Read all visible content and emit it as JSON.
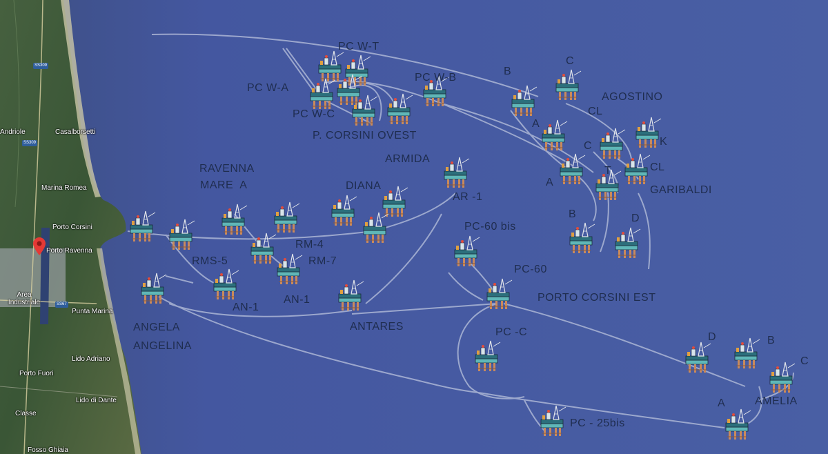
{
  "map": {
    "place_names": [
      "Andriole",
      "Casalborsetti",
      "Marina Romea",
      "Porto Corsini",
      "Porto Ravenna",
      "Area Industriale",
      "Punta Marina",
      "Lido Adriano",
      "Porto Fuori",
      "Lido di Dante",
      "Classe",
      "Fosso Ghiaia"
    ],
    "road_shields": [
      "SS309",
      "SS309",
      "SS67"
    ],
    "pin_label": "Porto Ravenna",
    "colors": {
      "sea": "#475da0",
      "land": "#3f5a3c",
      "pipeline": "#b9c2dc",
      "label": "#1f2d4f",
      "pin": "#e53935"
    }
  },
  "field_labels": {
    "pc_wt": "PC W-T",
    "pc_wa": "PC W-A",
    "pc_wb": "PC W-B",
    "pc_wc": "PC W-C",
    "pcorsini_ovest": "P. CORSINI OVEST",
    "b_top": "B",
    "c_top": "C",
    "agostino": "AGOSTINO",
    "cl_top": "CL",
    "a_ag": "A",
    "c_mid": "C",
    "k": "K",
    "t": "T",
    "cl_gar": "CL",
    "a_gar": "A",
    "garibaldi": "GARIBALDI",
    "armida": "ARMIDA",
    "ar1": "AR -1",
    "ravenna1": "RAVENNA",
    "ravenna2": "MARE  A",
    "diana": "DIANA",
    "rm4": "RM-4",
    "rm7": "RM-7",
    "rms5": "RMS-5",
    "an1a": "AN-1",
    "an1b": "AN-1",
    "pc60bis": "PC-60 bis",
    "pc60": "PC-60",
    "pce": "PORTO CORSINI EST",
    "b_gar": "B",
    "d_gar": "D",
    "angela": "ANGELA",
    "angelina": "ANGELINA",
    "antares": "ANTARES",
    "pcc": "PC -C",
    "pc25": "PC - 25bis",
    "d_am": "D",
    "b_am": "B",
    "c_am": "C",
    "a_am": "A",
    "amelia": "AMELIA"
  },
  "platforms": [
    "rig",
    "rig",
    "rig",
    "rig",
    "rig",
    "rig",
    "rig",
    "rig",
    "rig",
    "rig",
    "rig",
    "rig",
    "rig",
    "rig",
    "rig",
    "rig",
    "rig",
    "rig",
    "rig",
    "rig",
    "rig",
    "rig",
    "rig",
    "rig",
    "rig",
    "rig",
    "rig",
    "rig",
    "rig",
    "rig",
    "rig",
    "rig",
    "rig"
  ],
  "icon": "oil-platform-icon"
}
